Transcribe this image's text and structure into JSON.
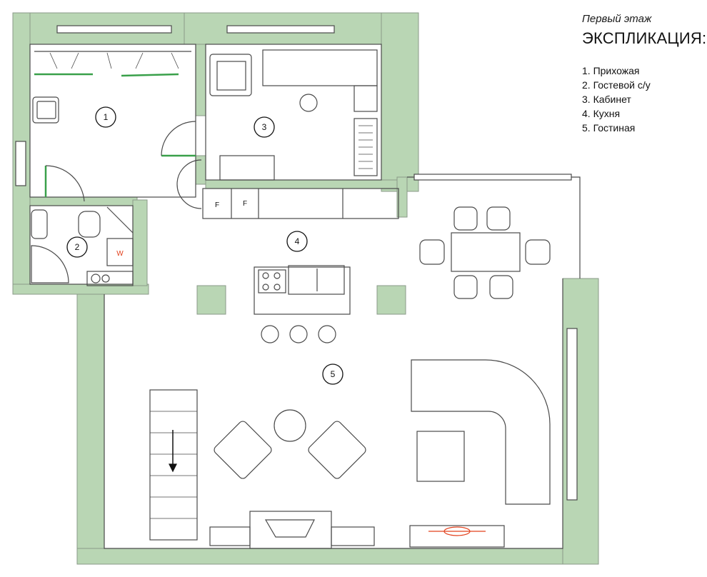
{
  "legend": {
    "subtitle": "Первый этаж",
    "title": "ЭКСПЛИКАЦИЯ:",
    "items": [
      "1. Прихожая",
      "2. Гостевой с/у",
      "3. Кабинет",
      "4. Кухня",
      "5. Гостиная"
    ]
  },
  "room_markers": [
    "1",
    "2",
    "3",
    "4",
    "5"
  ],
  "fridge_labels": [
    "F",
    "F"
  ],
  "boiler_label": "W",
  "colors": {
    "wall": "#b9d6b4",
    "line": "#4a4a4a",
    "accent_red": "#e2401c",
    "door_green": "#39a04a"
  }
}
